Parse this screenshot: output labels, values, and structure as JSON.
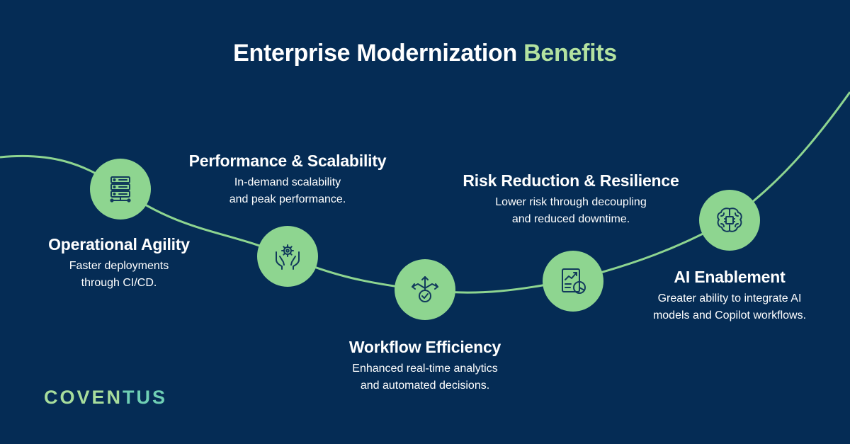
{
  "title": {
    "main": "Enterprise Modernization",
    "accent": "Benefits"
  },
  "colors": {
    "background": "#052c55",
    "curve": "#8ed590",
    "node": "#8ed590",
    "icon": "#123a5c",
    "accent": "#b3e2a0",
    "logo_start": "#a7dd9c",
    "logo_end": "#6fcfb4"
  },
  "benefits": [
    {
      "title": "Operational Agility",
      "desc1": "Faster deployments",
      "desc2": "through CI/CD.",
      "icon": "server-rack-icon"
    },
    {
      "title": "Performance & Scalability",
      "desc1": "In-demand scalability",
      "desc2": "and peak performance.",
      "icon": "gear-hands-icon"
    },
    {
      "title": "Workflow Efficiency",
      "desc1": "Enhanced real-time analytics",
      "desc2": "and automated decisions.",
      "icon": "arrows-check-icon"
    },
    {
      "title": "Risk Reduction & Resilience",
      "desc1": "Lower risk through decoupling",
      "desc2": "and reduced downtime.",
      "icon": "report-chart-icon"
    },
    {
      "title": "AI Enablement",
      "desc1": "Greater ability to integrate AI",
      "desc2": "models and Copilot workflows.",
      "icon": "ai-brain-icon"
    }
  ],
  "logo": {
    "part1": "COVEN",
    "part2": "TUS"
  }
}
